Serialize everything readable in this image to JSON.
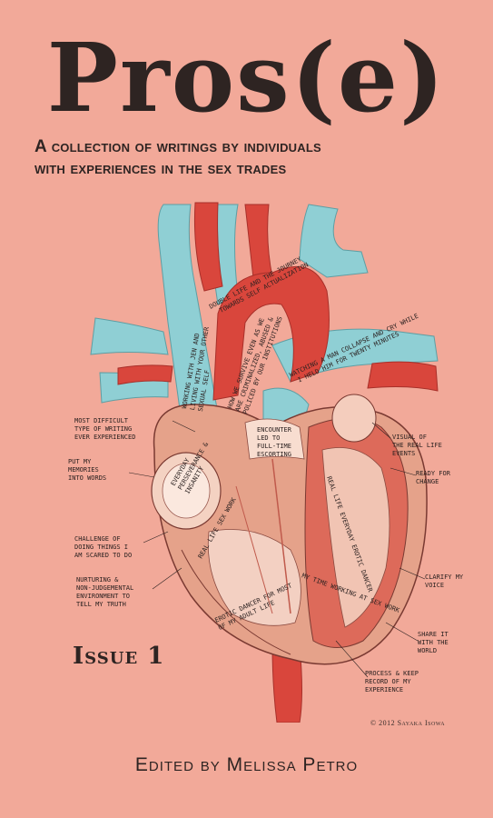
{
  "cover": {
    "title": "Pros(e)",
    "subtitle_line1": "A collection of writings by individuals",
    "subtitle_line2": "with experiences in the sex trades",
    "issue": "Issue 1",
    "copyright": "© 2012 Sayaka Isowa",
    "editor": "Edited by Melissa Petro"
  },
  "annotations": [
    "Most difficult type of writing ever experienced",
    "Put my memories into words",
    "Challenge of doing things I am scared to do",
    "Nurturing & non-judgemental environment to tell my truth",
    "Visual of the real life events",
    "Ready for change",
    "Clarify my voice",
    "Share it with the world",
    "Process & keep record of my experience",
    "Double life and the journey towards self actualization",
    "Working with Jen and living with your other sexual self",
    "How we survive even as we are criminalized, abused & policed by our institutions",
    "Watching a man collapse and cry while I held him for twenty minutes",
    "Encounter led to full-time escorting",
    "Everyday perseverance & insanity",
    "Real life sex work",
    "Erotic dancer for most of my adult life",
    "My time working at sex work",
    "Real life everyday erotic dancer"
  ],
  "colors": {
    "background": "#f2a999",
    "ink": "#2e2422",
    "artery_red": "#d9463c",
    "vein_blue": "#8fcfd4",
    "muscle": "#e5a28a"
  }
}
